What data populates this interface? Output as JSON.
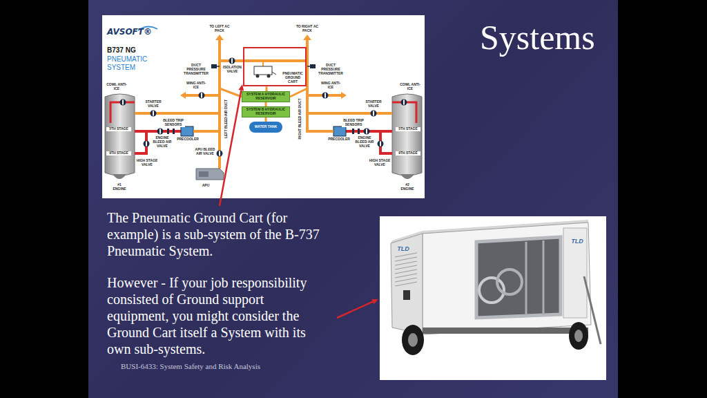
{
  "diagram": {
    "title": "Systems",
    "nodes": [
      {
        "text": [
          "PNEUMATIC GROUND CART"
        ]
      },
      {
        "text": [
          "SYSTEM A HYDRAULIC RESERVOIR"
        ]
      },
      {
        "text": [
          "SYSTEM B HYDRAULIC RESERVOIR"
        ]
      },
      {
        "text": [
          "WATER TANK"
        ]
      }
    ],
    "edges": [
      {
        "from": 0,
        "to": 1,
        "arrow": "none"
      },
      {
        "from": 1,
        "to": 2,
        "arrow": "none"
      },
      {
        "from": 2,
        "to": 3,
        "arrow": "none"
      }
    ],
    "labels": [
      "AVSOFT®",
      "B737 NG",
      "PNEUMATIC SYSTEM",
      "TO LEFT AC PACK",
      "TO RIGHT AC PACK",
      "DUCT PRESSURE TRANSMITTER",
      "ISOLATION VALVE",
      "DUCT PRESSURE TRANSMITTER",
      "COWL ANTI-ICE",
      "WING ANTI-ICE",
      "STARTER VALVE",
      "WING ANTI-ICE",
      "STARTER VALVE",
      "COWL ANTI-ICE",
      "BLEED TRIP SENSORS",
      "BLEED TRIP SENSORS",
      "5TH STAGE",
      "PRECOOLER",
      "PRECOOLER",
      "5TH STAGE",
      "ENGINE BLEED AIR VALVE",
      "ENGINE BLEED AIR VALVE",
      "HIGH STAGE VALVE",
      "HIGH STAGE VALVE",
      "9TH STAGE",
      "9TH STAGE",
      "LEFT BLEED AIR DUCT",
      "RIGHT BLEED AIR DUCT",
      "APU BLEED AIR VALVE",
      "APU",
      "#1 ENGINE",
      "#2 ENGINE",
      "The Pneumatic Ground Cart (for example) is a sub-system of the B-737 Pneumatic System.",
      "However - If your job responsibility consisted of Ground support equipment, you might consider the Ground Cart itself a System with its own sub-systems.",
      "BUSI-6433: System Safety and Risk Analysis",
      "TLD",
      "TLD"
    ]
  }
}
